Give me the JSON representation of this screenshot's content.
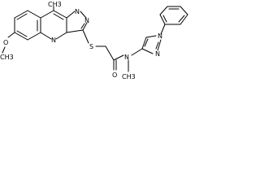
{
  "molecule": {
    "atoms": {
      "methyl_label": "CH3",
      "sulfur_label": "S",
      "carbonyl_oxygen_label": "O",
      "amide_nitrogen_label": "N",
      "n_methyl_label": "CH3",
      "methoxy_oxygen_label": "O",
      "methoxy_methyl_label": "CH3",
      "triazole_n2_label": "N",
      "triazole_n3_label": "N",
      "ring_nitrogen_label": "N",
      "pyrazole_n1_label": "N",
      "pyrazole_n2_label": "N"
    }
  }
}
